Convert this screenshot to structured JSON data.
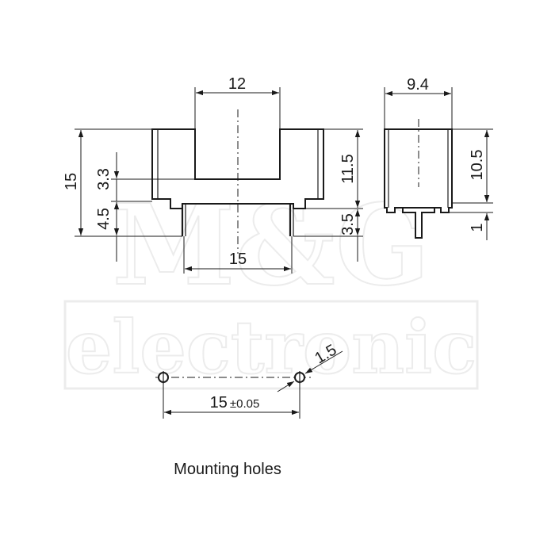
{
  "watermark": {
    "logo_top": "M&G",
    "logo_bottom": "electronic"
  },
  "dimensions": {
    "top_width": "12",
    "side_width": "9.4",
    "total_height": "15",
    "slot_depth": "3.3",
    "bottom_step": "4.5",
    "body_height": "11.5",
    "pin_height": "3.5",
    "pin_spacing": "15",
    "side_body_height": "10.5",
    "side_pin": "1",
    "hole_diameter": "1.5",
    "hole_spacing_value": "15",
    "hole_spacing_tolerance": "±0.05"
  },
  "caption": "Mounting holes"
}
